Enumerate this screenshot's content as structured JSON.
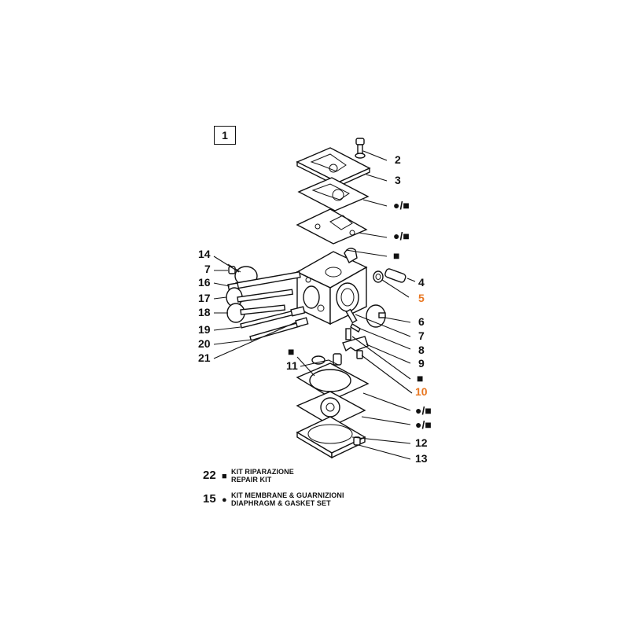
{
  "figure_number": "1",
  "symbols": {
    "square": "■",
    "circle": "●",
    "circle_square": "●/■"
  },
  "labels": {
    "p2": "2",
    "p3": "3",
    "p4": "4",
    "p5": "5",
    "p6": "6",
    "p7r": "7",
    "p8": "8",
    "p9": "9",
    "p10": "10",
    "p11": "11",
    "p12": "12",
    "p13": "13",
    "p14": "14",
    "p7l": "7",
    "p16": "16",
    "p17": "17",
    "p18": "18",
    "p19": "19",
    "p20": "20",
    "p21": "21"
  },
  "highlight_color": "#e87722",
  "legend": [
    {
      "number": "22",
      "symbol": "■",
      "line1": "KIT RIPARAZIONE",
      "line2": "REPAIR KIT"
    },
    {
      "number": "15",
      "symbol": "●",
      "line1": "KIT MEMBRANE & GUARNIZIONI",
      "line2": "DIAPHRAGM & GASKET SET"
    }
  ]
}
